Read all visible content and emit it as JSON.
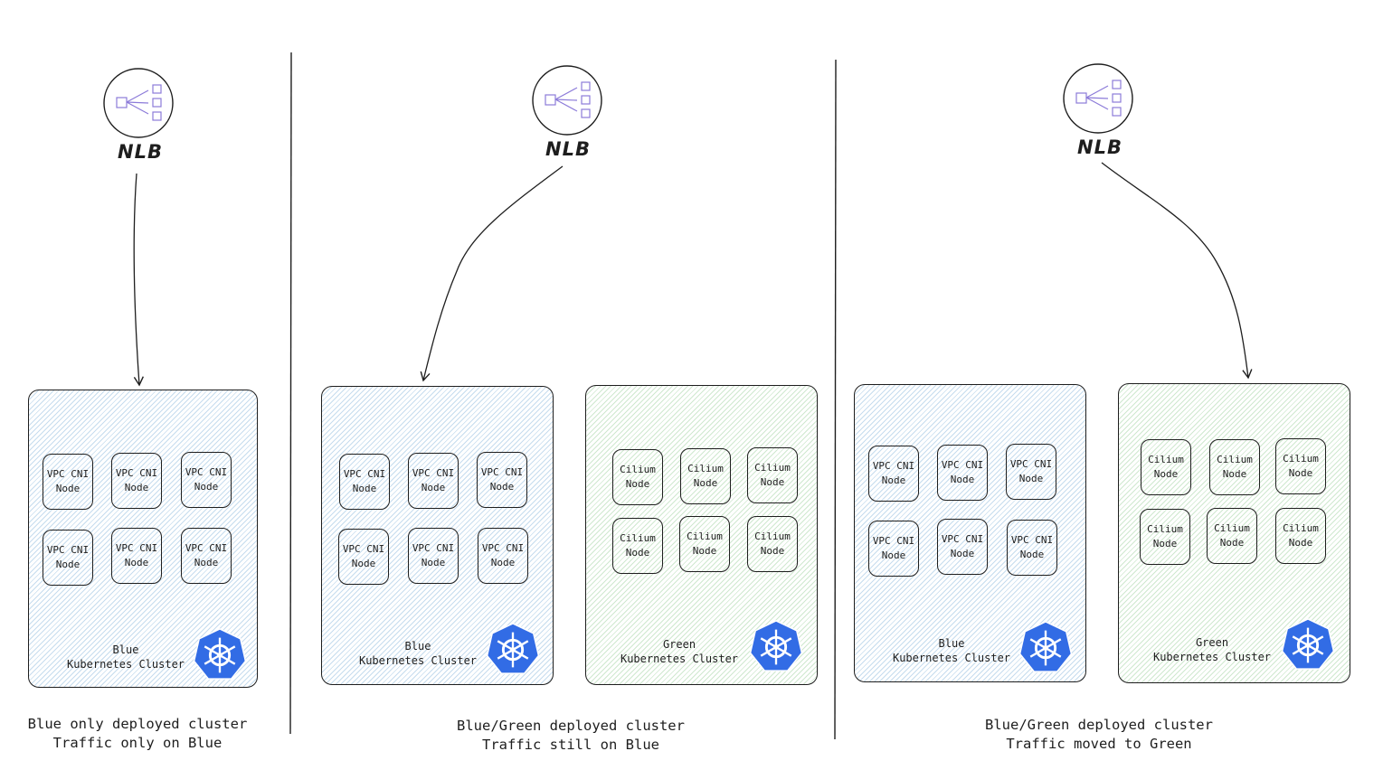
{
  "panels": [
    {
      "nlb_label": "NLB",
      "clusters": [
        {
          "color": "blue",
          "nodes": [
            {
              "line1": "VPC CNI",
              "line2": "Node"
            },
            {
              "line1": "VPC CNI",
              "line2": "Node"
            },
            {
              "line1": "VPC CNI",
              "line2": "Node"
            },
            {
              "line1": "VPC CNI",
              "line2": "Node"
            },
            {
              "line1": "VPC CNI",
              "line2": "Node"
            },
            {
              "line1": "VPC CNI",
              "line2": "Node"
            }
          ],
          "label_line1": "Blue",
          "label_line2": "Kubernetes Cluster"
        }
      ],
      "caption_line1": "Blue only deployed cluster",
      "caption_line2": "Traffic only on Blue"
    },
    {
      "nlb_label": "NLB",
      "clusters": [
        {
          "color": "blue",
          "nodes": [
            {
              "line1": "VPC CNI",
              "line2": "Node"
            },
            {
              "line1": "VPC CNI",
              "line2": "Node"
            },
            {
              "line1": "VPC CNI",
              "line2": "Node"
            },
            {
              "line1": "VPC CNI",
              "line2": "Node"
            },
            {
              "line1": "VPC CNI",
              "line2": "Node"
            },
            {
              "line1": "VPC CNI",
              "line2": "Node"
            }
          ],
          "label_line1": "Blue",
          "label_line2": "Kubernetes Cluster"
        },
        {
          "color": "green",
          "nodes": [
            {
              "line1": "Cilium",
              "line2": "Node"
            },
            {
              "line1": "Cilium",
              "line2": "Node"
            },
            {
              "line1": "Cilium",
              "line2": "Node"
            },
            {
              "line1": "Cilium",
              "line2": "Node"
            },
            {
              "line1": "Cilium",
              "line2": "Node"
            },
            {
              "line1": "Cilium",
              "line2": "Node"
            }
          ],
          "label_line1": "Green",
          "label_line2": "Kubernetes Cluster"
        }
      ],
      "caption_line1": "Blue/Green deployed cluster",
      "caption_line2": "Traffic still on Blue"
    },
    {
      "nlb_label": "NLB",
      "clusters": [
        {
          "color": "blue",
          "nodes": [
            {
              "line1": "VPC CNI",
              "line2": "Node"
            },
            {
              "line1": "VPC CNI",
              "line2": "Node"
            },
            {
              "line1": "VPC CNI",
              "line2": "Node"
            },
            {
              "line1": "VPC CNI",
              "line2": "Node"
            },
            {
              "line1": "VPC CNI",
              "line2": "Node"
            },
            {
              "line1": "VPC CNI",
              "line2": "Node"
            }
          ],
          "label_line1": "Blue",
          "label_line2": "Kubernetes Cluster"
        },
        {
          "color": "green",
          "nodes": [
            {
              "line1": "Cilium",
              "line2": "Node"
            },
            {
              "line1": "Cilium",
              "line2": "Node"
            },
            {
              "line1": "Cilium",
              "line2": "Node"
            },
            {
              "line1": "Cilium",
              "line2": "Node"
            },
            {
              "line1": "Cilium",
              "line2": "Node"
            },
            {
              "line1": "Cilium",
              "line2": "Node"
            }
          ],
          "label_line1": "Green",
          "label_line2": "Kubernetes Cluster"
        }
      ],
      "caption_line1": "Blue/Green deployed cluster",
      "caption_line2": "Traffic moved to Green"
    }
  ],
  "colors": {
    "blue_fill": "#c6dcee",
    "green_fill": "#cfe8cf",
    "k8s_blue": "#326ce5",
    "nlb_icon": "#8c7bd9",
    "stroke": "#1e1e1e"
  }
}
